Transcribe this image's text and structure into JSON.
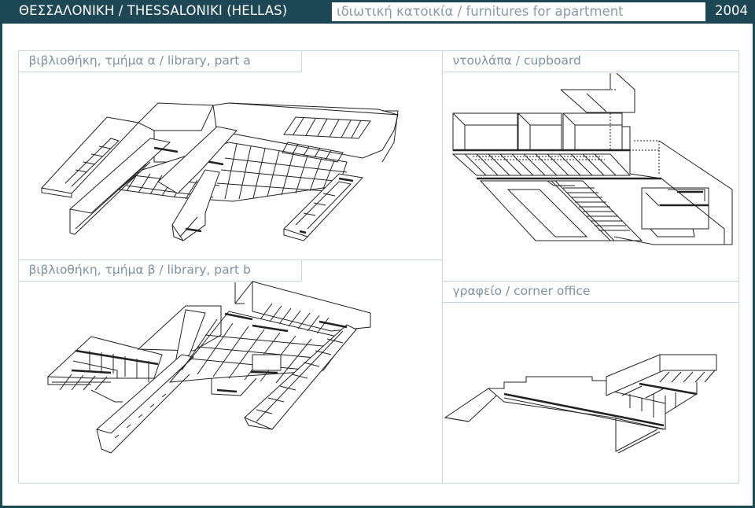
{
  "header": {
    "location": "ΘΕΣΣΑΛΟΝΙΚΗ / THESSALONIKI (HELLAS)",
    "project": "ιδιωτική κατοικία / furnitures for apartment",
    "year": "2004"
  },
  "panels": [
    {
      "title": "βιβλιοθήκη, τμήμα α / library, part a",
      "drawing": "library-part-a-axonometric"
    },
    {
      "title": "ντουλάπα / cupboard",
      "drawing": "cupboard-axonometric"
    },
    {
      "title": "βιβλιοθήκη, τμήμα β / library, part b",
      "drawing": "library-part-b-axonometric"
    },
    {
      "title": "γραφείο / corner office",
      "drawing": "corner-office-axonometric"
    }
  ],
  "colors": {
    "frame": "#1e4756",
    "panel_border": "#c9d6dd",
    "title_text": "#7f929e",
    "line": "#222222"
  }
}
